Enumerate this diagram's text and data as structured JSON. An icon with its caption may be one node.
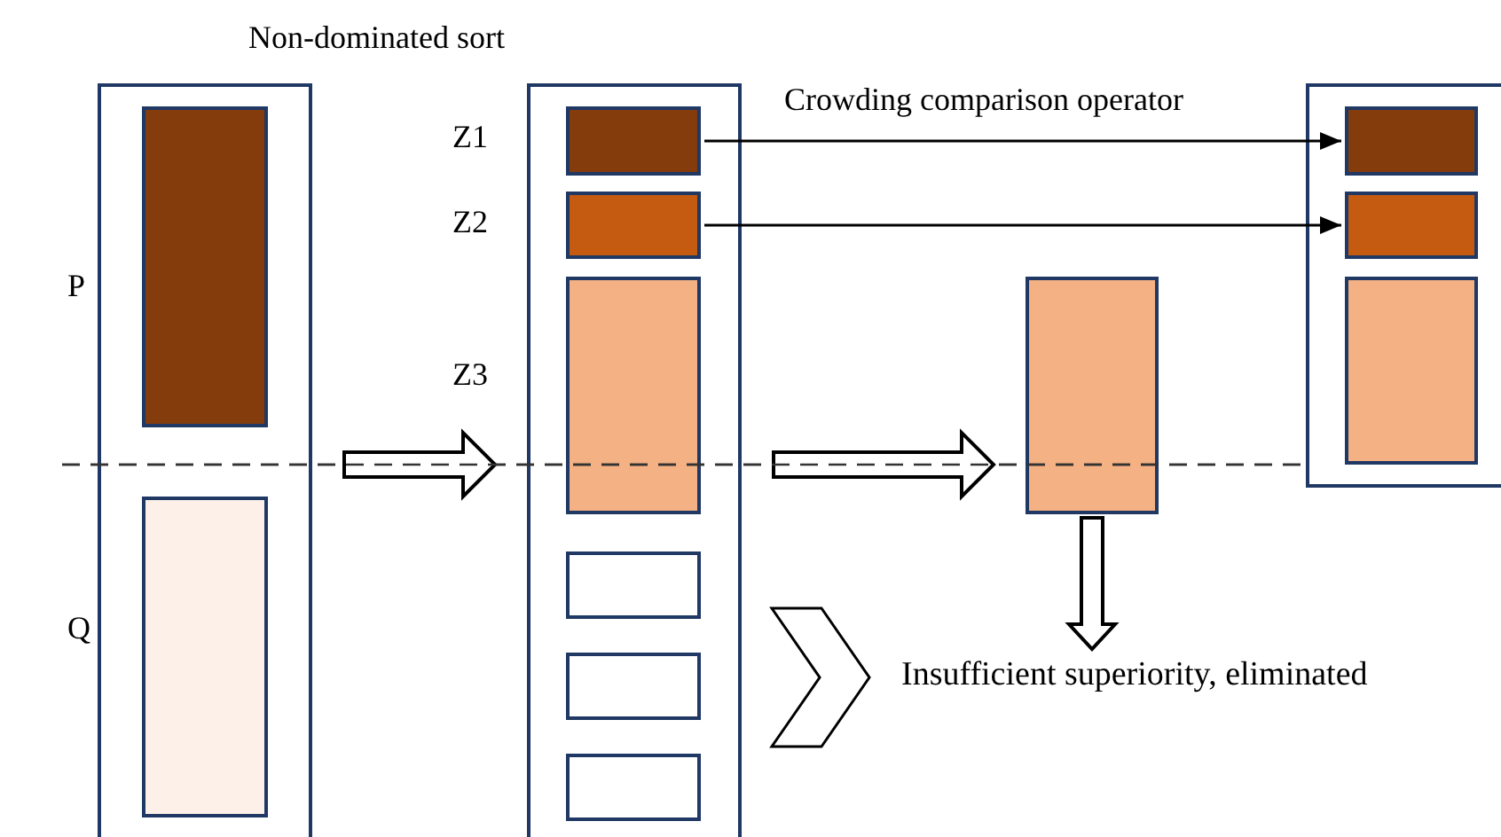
{
  "diagram": {
    "nodes": [
      {
        "text": [],
        "shape": "box"
      },
      {
        "text": [],
        "shape": "box",
        "in": 0,
        "beside": [
          "P"
        ]
      },
      {
        "text": [],
        "shape": "box",
        "in": 0,
        "beside": [
          "Q"
        ]
      },
      {
        "text": [],
        "shape": "box"
      },
      {
        "text": [],
        "shape": "box",
        "in": 3,
        "beside": [
          "Z1"
        ]
      },
      {
        "text": [],
        "shape": "box",
        "in": 3,
        "beside": [
          "Z2"
        ]
      },
      {
        "text": [],
        "shape": "box",
        "in": 3,
        "beside": [
          "Z3"
        ]
      },
      {
        "text": [],
        "shape": "box",
        "in": 3
      },
      {
        "text": [],
        "shape": "box",
        "in": 3
      },
      {
        "text": [],
        "shape": "box",
        "in": 3
      },
      {
        "text": [],
        "shape": "box"
      },
      {
        "text": [],
        "shape": "box"
      },
      {
        "text": [],
        "shape": "box",
        "in": 11
      },
      {
        "text": [],
        "shape": "box",
        "in": 11
      },
      {
        "text": [],
        "shape": "box",
        "in": 11
      },
      {
        "text": [
          "Insufficient superiority, eliminated"
        ]
      }
    ],
    "edges": [
      {
        "from": 0,
        "to": 3,
        "arrow": "to",
        "style": "thick"
      },
      {
        "from": 3,
        "to": 10,
        "arrow": "to",
        "style": "thick"
      },
      {
        "from": 4,
        "to": 12,
        "arrow": "to",
        "label": "Crowding comparison operator"
      },
      {
        "from": 5,
        "to": 13,
        "arrow": "to"
      },
      {
        "from": 10,
        "to": 15,
        "arrow": "to",
        "style": "thick"
      }
    ],
    "labels": [
      "Non-dominated sort"
    ]
  }
}
